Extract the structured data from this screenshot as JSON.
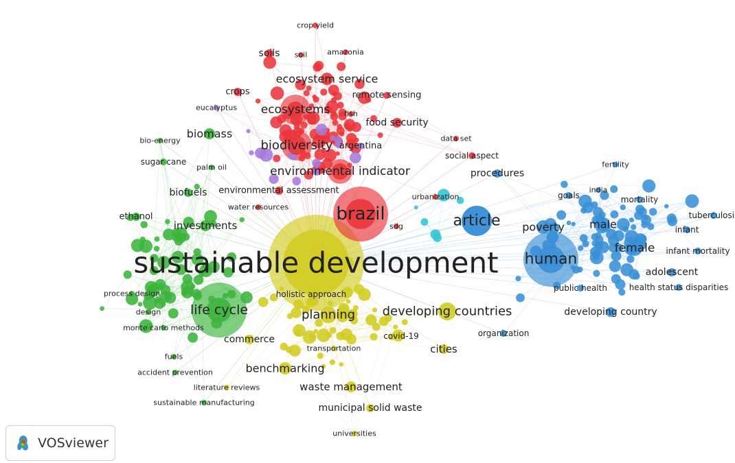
{
  "chart_data": {
    "type": "network",
    "title": "",
    "clusters": [
      {
        "id": "red",
        "color": "#e8363c"
      },
      {
        "id": "green",
        "color": "#3cb43c"
      },
      {
        "id": "blue",
        "color": "#3a8fd6"
      },
      {
        "id": "yellow",
        "color": "#d2cc22"
      },
      {
        "id": "purple",
        "color": "#a57bd8"
      },
      {
        "id": "cyan",
        "color": "#33c4d4"
      }
    ],
    "terms": [
      {
        "label": "sustainable development",
        "cluster": "yellow",
        "weight": 100
      },
      {
        "label": "brazil",
        "cluster": "red",
        "weight": 22
      },
      {
        "label": "article",
        "cluster": "blue",
        "weight": 20
      },
      {
        "label": "human",
        "cluster": "blue",
        "weight": 18
      },
      {
        "label": "life cycle",
        "cluster": "green",
        "weight": 16
      },
      {
        "label": "biodiversity",
        "cluster": "red",
        "weight": 14
      },
      {
        "label": "environmental indicator",
        "cluster": "red",
        "weight": 13
      },
      {
        "label": "ecosystems",
        "cluster": "red",
        "weight": 12
      },
      {
        "label": "developing countries",
        "cluster": "yellow",
        "weight": 12
      },
      {
        "label": "planning",
        "cluster": "yellow",
        "weight": 12
      },
      {
        "label": "female",
        "cluster": "blue",
        "weight": 11
      },
      {
        "label": "male",
        "cluster": "blue",
        "weight": 10
      },
      {
        "label": "poverty",
        "cluster": "blue",
        "weight": 10
      },
      {
        "label": "ecosystem service",
        "cluster": "red",
        "weight": 10
      },
      {
        "label": "biomass",
        "cluster": "green",
        "weight": 10
      },
      {
        "label": "benchmarking",
        "cluster": "yellow",
        "weight": 10
      },
      {
        "label": "waste management",
        "cluster": "yellow",
        "weight": 9
      },
      {
        "label": "investments",
        "cluster": "green",
        "weight": 9
      },
      {
        "label": "food security",
        "cluster": "red",
        "weight": 8
      },
      {
        "label": "developing country",
        "cluster": "blue",
        "weight": 8
      },
      {
        "label": "cities",
        "cluster": "yellow",
        "weight": 8
      },
      {
        "label": "procedures",
        "cluster": "blue",
        "weight": 8
      },
      {
        "label": "adolescent",
        "cluster": "blue",
        "weight": 8
      },
      {
        "label": "commerce",
        "cluster": "yellow",
        "weight": 8
      },
      {
        "label": "municipal solid waste",
        "cluster": "yellow",
        "weight": 8
      },
      {
        "label": "environmental assessment",
        "cluster": "red",
        "weight": 7
      },
      {
        "label": "biofuels",
        "cluster": "green",
        "weight": 7
      },
      {
        "label": "soils",
        "cluster": "red",
        "weight": 7
      },
      {
        "label": "crops",
        "cluster": "red",
        "weight": 7
      },
      {
        "label": "remote sensing",
        "cluster": "red",
        "weight": 6
      },
      {
        "label": "argentina",
        "cluster": "purple",
        "weight": 6
      },
      {
        "label": "social aspect",
        "cluster": "red",
        "weight": 6
      },
      {
        "label": "ethanol",
        "cluster": "green",
        "weight": 6
      },
      {
        "label": "holistic approach",
        "cluster": "yellow",
        "weight": 6
      },
      {
        "label": "organization",
        "cluster": "blue",
        "weight": 6
      },
      {
        "label": "public health",
        "cluster": "blue",
        "weight": 6
      },
      {
        "label": "goals",
        "cluster": "blue",
        "weight": 6
      },
      {
        "label": "mortality",
        "cluster": "blue",
        "weight": 6
      },
      {
        "label": "covid-19",
        "cluster": "yellow",
        "weight": 6
      },
      {
        "label": "infant mortality",
        "cluster": "blue",
        "weight": 5
      },
      {
        "label": "health status disparities",
        "cluster": "blue",
        "weight": 5
      },
      {
        "label": "tuberculosis",
        "cluster": "blue",
        "weight": 5
      },
      {
        "label": "infant",
        "cluster": "blue",
        "weight": 5
      },
      {
        "label": "india",
        "cluster": "blue",
        "weight": 5
      },
      {
        "label": "fertility",
        "cluster": "blue",
        "weight": 5
      },
      {
        "label": "amazonia",
        "cluster": "red",
        "weight": 5
      },
      {
        "label": "soil",
        "cluster": "red",
        "weight": 5
      },
      {
        "label": "crop yield",
        "cluster": "red",
        "weight": 5
      },
      {
        "label": "fish",
        "cluster": "red",
        "weight": 5
      },
      {
        "label": "eucalyptus",
        "cluster": "purple",
        "weight": 5
      },
      {
        "label": "data set",
        "cluster": "red",
        "weight": 5
      },
      {
        "label": "urbanization",
        "cluster": "red",
        "weight": 5
      },
      {
        "label": "sdg",
        "cluster": "red",
        "weight": 5
      },
      {
        "label": "water resources",
        "cluster": "red",
        "weight": 5
      },
      {
        "label": "bio-energy",
        "cluster": "green",
        "weight": 5
      },
      {
        "label": "sugar cane",
        "cluster": "green",
        "weight": 6
      },
      {
        "label": "palm oil",
        "cluster": "green",
        "weight": 5
      },
      {
        "label": "process design",
        "cluster": "green",
        "weight": 5
      },
      {
        "label": "design",
        "cluster": "green",
        "weight": 5
      },
      {
        "label": "monte carlo methods",
        "cluster": "green",
        "weight": 5
      },
      {
        "label": "fuels",
        "cluster": "green",
        "weight": 5
      },
      {
        "label": "accident prevention",
        "cluster": "green",
        "weight": 5
      },
      {
        "label": "literature reviews",
        "cluster": "yellow",
        "weight": 5
      },
      {
        "label": "sustainable manufacturing",
        "cluster": "green",
        "weight": 5
      },
      {
        "label": "transportation",
        "cluster": "yellow",
        "weight": 5
      },
      {
        "label": "universities",
        "cluster": "yellow",
        "weight": 5
      }
    ]
  },
  "badge": {
    "label": "VOSviewer"
  }
}
